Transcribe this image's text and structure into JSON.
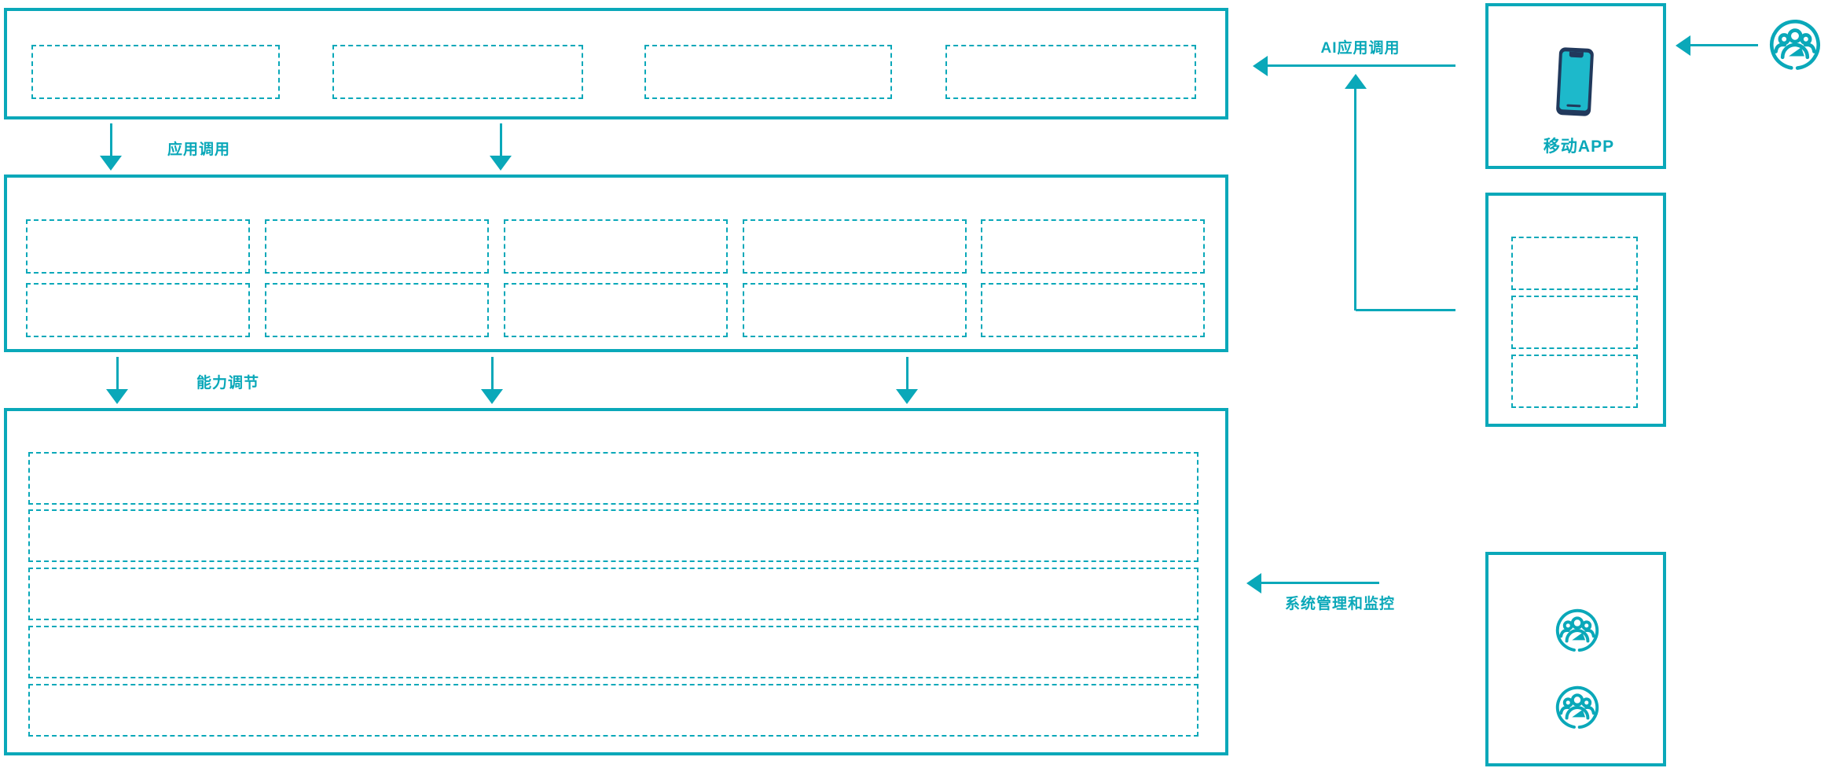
{
  "diagram": {
    "type": "architecture-diagram",
    "colors": {
      "accent_teal": "#0AA8B9",
      "phone_body": "#21395C",
      "phone_screen": "#1DB9CB"
    },
    "labels": {
      "app_call": "应用调用",
      "capability_adjust": "能力调节",
      "ai_app_call": "AI应用调用",
      "system_mgmt": "系统管理和监控",
      "mobile_app": "移动APP"
    },
    "panels": {
      "top_layer": {
        "placeholder_boxes": 4
      },
      "middle_layer": {
        "placeholder_rows": 2,
        "placeholder_cols": 5
      },
      "bottom_layer": {
        "placeholder_rows": 5
      },
      "mobile_app_panel": {
        "icon": "smartphone-icon",
        "label": "移动APP"
      },
      "service_panel": {
        "placeholder_boxes": 3
      },
      "admin_panel": {
        "icons": [
          "user-group-icon",
          "user-group-icon"
        ]
      }
    },
    "icons": {
      "user_group": "user-group-icon",
      "smartphone": "smartphone-icon"
    },
    "connectors": [
      {
        "label": "应用调用",
        "direction": "down",
        "count": 2
      },
      {
        "label": "能力调节",
        "direction": "down",
        "count": 3
      },
      {
        "label": "AI应用调用",
        "direction": "left"
      },
      {
        "label": "系统管理和监控",
        "direction": "left"
      },
      {
        "label": "",
        "direction": "left",
        "from": "user-group",
        "to": "mobile-app"
      }
    ]
  }
}
